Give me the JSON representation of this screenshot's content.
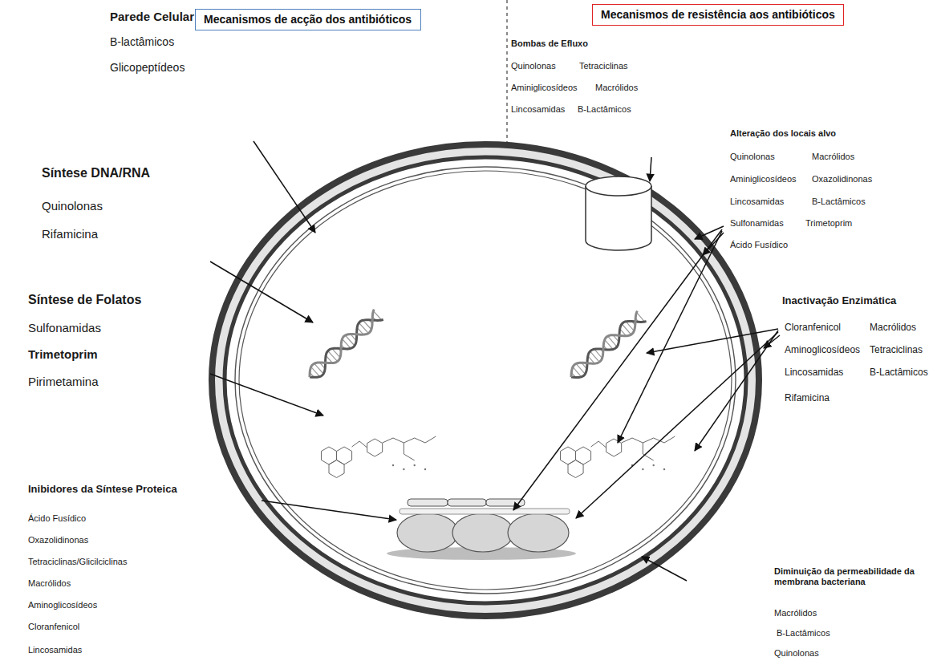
{
  "diagram": {
    "nodes": [
      {
        "text": [
          "Mecanismos de acção dos antibióticos"
        ]
      },
      {
        "text": [
          "Mecanismos de resistência aos antibióticos"
        ]
      }
    ],
    "labels": [
      "Parede Celular",
      "B-lactâmicos",
      "Glicopeptídeos",
      "Síntese DNA/RNA",
      "Quinolonas",
      "Rifamicina",
      "Síntese de Folatos",
      "Sulfonamidas",
      "Trimetoprim",
      "Pirimetamina",
      "Inibidores da Síntese Proteica",
      "Ácido Fusídico",
      "Oxazolidinonas",
      "Tetraciclinas/Glicilciclinas",
      "Macrólidos",
      "Aminoglicosídeos",
      "Cloranfenicol",
      "Lincosamidas",
      "Bombas de Efluxo",
      "Quinolonas",
      "Tetraciclinas",
      "Aminiglicosídeos",
      "Macrólidos",
      "Lincosamidas",
      "B-Lactâmicos",
      "Alteração dos locais alvo",
      "Quinolonas",
      "Macrólidos",
      "Aminiglicosídeos",
      "Oxazolidinonas",
      "Lincosamidas",
      "B-Lactâmicos",
      "Sulfonamidas",
      "Trimetoprim",
      "Ácido Fusídico",
      "Inactivação Enzimática",
      "Cloranfenicol",
      "Macrólidos",
      "Aminoglicosídeos",
      "Tetraciclinas",
      "Lincosamidas",
      "B-Lactâmicos",
      "Rifamicina",
      "Diminuição da permeabilidade da membrana bacteriana",
      "Macrólidos",
      "B-Lactâmicos",
      "Quinolonas"
    ]
  }
}
